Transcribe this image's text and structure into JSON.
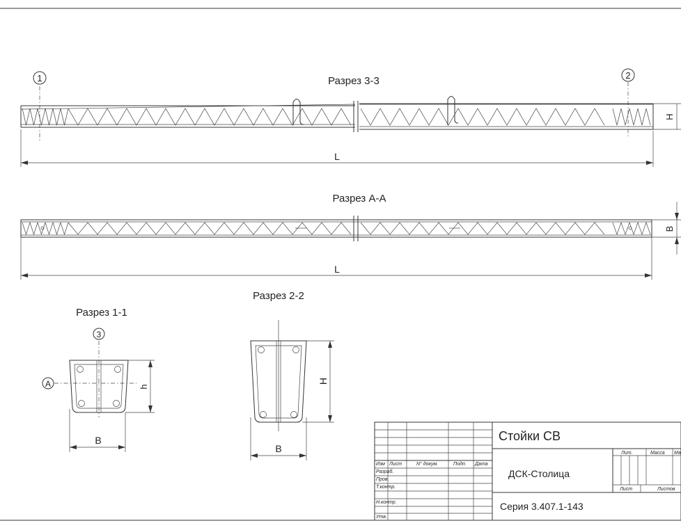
{
  "views": {
    "section_33": {
      "title": "Разрез 3-3",
      "dim_len": "L",
      "dim_height": "H",
      "callout_left": "1",
      "callout_right": "2"
    },
    "section_aa": {
      "title": "Разрез А-А",
      "dim_len": "L",
      "dim_width": "B"
    },
    "section_11": {
      "title": "Разрез 1-1",
      "callout_top": "3",
      "callout_left": "А",
      "dim_height": "h",
      "dim_width": "B"
    },
    "section_22": {
      "title": "Разрез 2-2",
      "dim_height": "H",
      "dim_width": "B"
    }
  },
  "title_block": {
    "product": "Стойки СВ",
    "org": "ДСК-Столица",
    "series": "Серия 3.407.1-143",
    "header": {
      "izm": "Изм",
      "list": "Лист",
      "doc": "N° докум.",
      "sign": "Подп.",
      "date": "Дата"
    },
    "roles": [
      "Разраб.",
      "Пров.",
      "Т.контр.",
      "",
      "Н.контр.",
      "Утв."
    ],
    "lit": "Лит.",
    "massa": "Масса",
    "masshtab": "Масштаб",
    "sheet": "Лист",
    "sheets": "Листов"
  }
}
